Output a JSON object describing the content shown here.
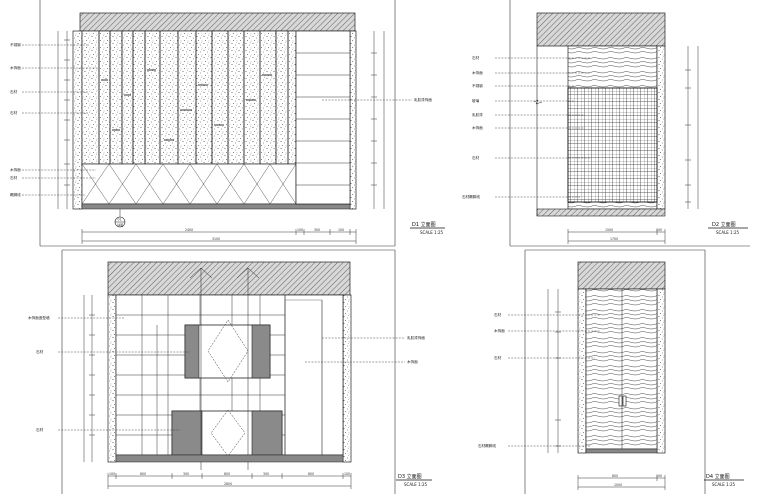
{
  "views": [
    {
      "title": "D1 立面图",
      "scale": "SCALE 1:25",
      "left_labels": [
        "不锈钢",
        "木饰面",
        "石材",
        "石材",
        "木饰面",
        "石材",
        "踢脚线"
      ],
      "right_labels": [
        "乳胶漆饰面"
      ],
      "bottom_dims": [
        "2400",
        "100",
        "300",
        "100"
      ],
      "bottom_total": "3100",
      "callout": [
        "01",
        "详图"
      ]
    },
    {
      "title": "D2 立面图",
      "scale": "SCALE 1:25",
      "left_labels": [
        "石材",
        "木饰面",
        "不锈钢",
        "玻璃",
        "乳胶漆",
        "木饰面",
        "石材",
        "石材踢脚线"
      ],
      "bottom_dims": [
        "1500",
        "100"
      ],
      "bottom_total": "1700"
    },
    {
      "title": "D3 立面图",
      "scale": "SCALE 1:25",
      "left_labels": [
        "木饰面造型墙",
        "石材",
        "石材"
      ],
      "right_labels": [
        "乳胶漆饰面",
        "木饰面"
      ],
      "bottom_dims": [
        "100",
        "600",
        "300",
        "800",
        "300",
        "600",
        "100"
      ],
      "bottom_total": "2800"
    },
    {
      "title": "D4 立面图",
      "scale": "SCALE 1:25",
      "left_labels": [
        "石材",
        "木饰面",
        "石材",
        "石材踢脚线"
      ],
      "bottom_dims": [
        "800",
        "100"
      ],
      "bottom_total": "1000"
    }
  ]
}
